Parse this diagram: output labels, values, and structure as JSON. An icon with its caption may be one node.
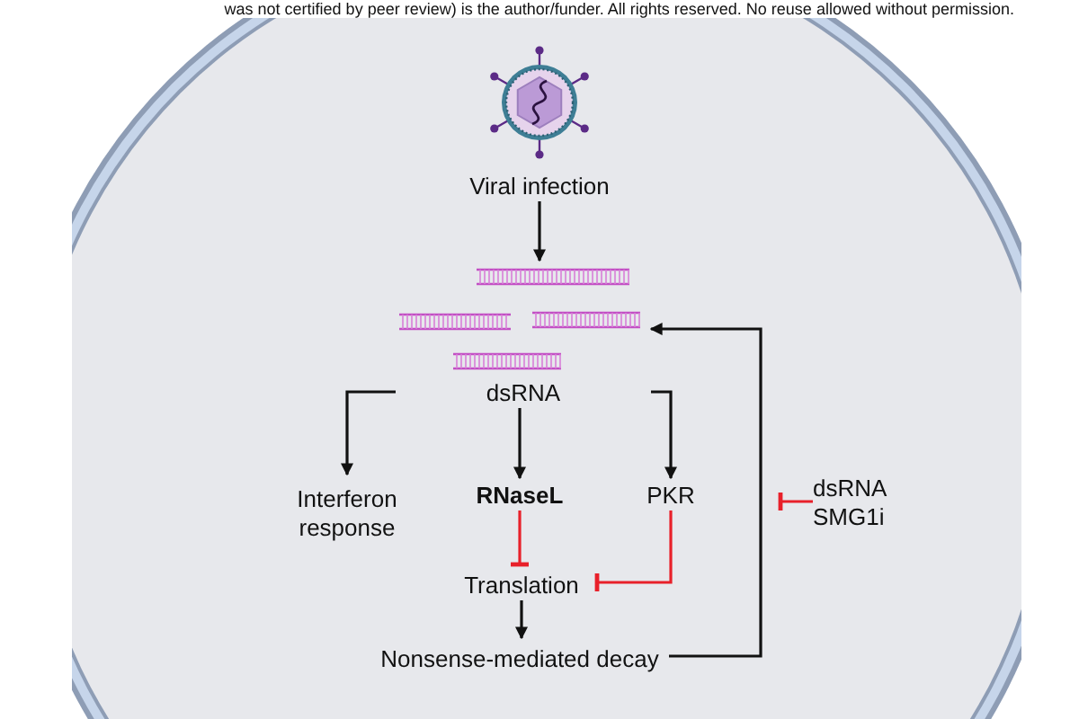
{
  "diagram": {
    "nodes": [
      {
        "text": [],
        "shape": "picture"
      },
      {
        "text": [
          "Viral infection"
        ]
      },
      {
        "text": [
          "dsRNA"
        ]
      },
      {
        "text": [
          "Interferon response"
        ]
      },
      {
        "text": [
          "RNaseL"
        ]
      },
      {
        "text": [
          "PKR"
        ]
      },
      {
        "text": [
          "Translation"
        ]
      },
      {
        "text": [
          "Nonsense-mediated decay"
        ]
      },
      {
        "text": [
          "dsRNA SMG1i"
        ]
      }
    ],
    "edges": [
      {
        "from": 1,
        "to": 2,
        "arrow": "to"
      },
      {
        "from": 2,
        "to": 3,
        "arrow": "to"
      },
      {
        "from": 2,
        "to": 4,
        "arrow": "to"
      },
      {
        "from": 2,
        "to": 5,
        "arrow": "to"
      },
      {
        "from": 4,
        "to": 6,
        "arrow": "other",
        "color": "#e8202a"
      },
      {
        "from": 5,
        "to": 6,
        "arrow": "other",
        "color": "#e8202a"
      },
      {
        "from": 6,
        "to": 7,
        "arrow": "to"
      },
      {
        "from": 7,
        "to": 2,
        "arrow": "to"
      },
      {
        "from": 8,
        "to": null,
        "arrow": "other",
        "color": "#e8202a"
      }
    ],
    "labels": [
      "was not certified by peer review) is the author/funder. All rights reserved. No reuse allowed without permission."
    ]
  }
}
